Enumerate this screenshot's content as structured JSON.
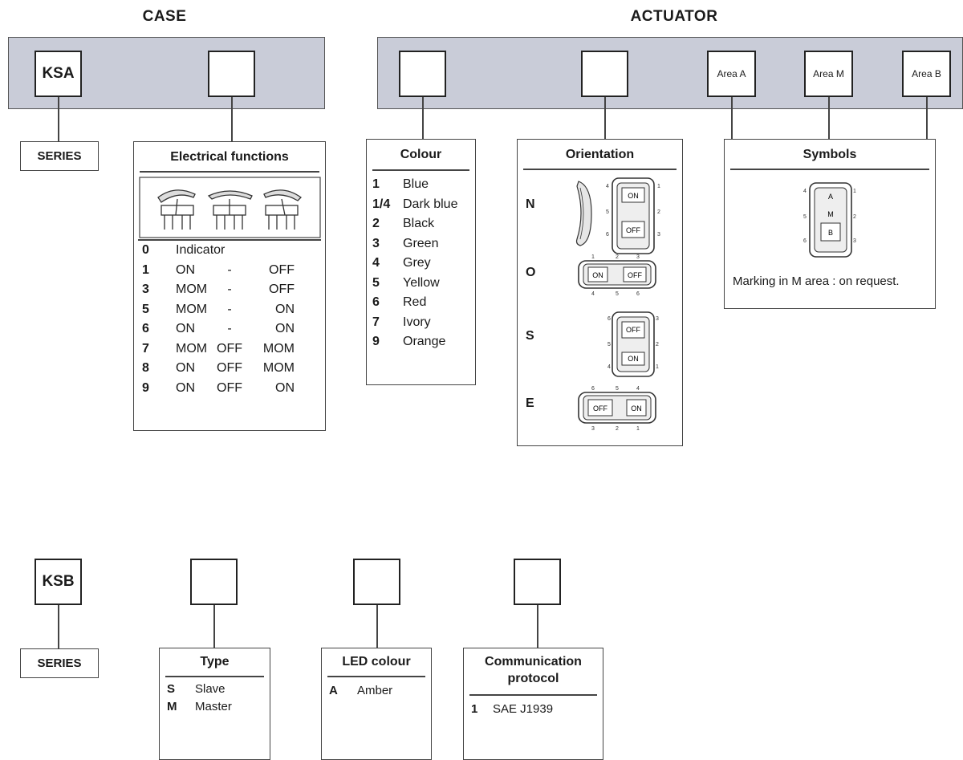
{
  "headers": {
    "case": "CASE",
    "actuator": "ACTUATOR"
  },
  "case_codes": {
    "series_code": "KSA"
  },
  "actuator_codes": {
    "area_a": "Area A",
    "area_m": "Area M",
    "area_b": "Area B"
  },
  "series_label": "SERIES",
  "electrical": {
    "title": "Electrical functions",
    "rows": [
      {
        "code": "0",
        "c1": "Indicator",
        "c2": "",
        "c3": ""
      },
      {
        "code": "1",
        "c1": "ON",
        "c2": "-",
        "c3": "OFF"
      },
      {
        "code": "3",
        "c1": "MOM",
        "c2": "-",
        "c3": "OFF"
      },
      {
        "code": "5",
        "c1": "MOM",
        "c2": "-",
        "c3": "ON"
      },
      {
        "code": "6",
        "c1": "ON",
        "c2": "-",
        "c3": "ON"
      },
      {
        "code": "7",
        "c1": "MOM",
        "c2": "OFF",
        "c3": "MOM"
      },
      {
        "code": "8",
        "c1": "ON",
        "c2": "OFF",
        "c3": "MOM"
      },
      {
        "code": "9",
        "c1": "ON",
        "c2": "OFF",
        "c3": "ON"
      }
    ]
  },
  "colour": {
    "title": "Colour",
    "rows": [
      {
        "code": "1",
        "name": "Blue"
      },
      {
        "code": "1/4",
        "name": "Dark blue"
      },
      {
        "code": "2",
        "name": "Black"
      },
      {
        "code": "3",
        "name": "Green"
      },
      {
        "code": "4",
        "name": "Grey"
      },
      {
        "code": "5",
        "name": "Yellow"
      },
      {
        "code": "6",
        "name": "Red"
      },
      {
        "code": "7",
        "name": "Ivory"
      },
      {
        "code": "9",
        "name": "Orange"
      }
    ]
  },
  "orientation": {
    "title": "Orientation",
    "rows": [
      {
        "code": "N"
      },
      {
        "code": "O"
      },
      {
        "code": "S"
      },
      {
        "code": "E"
      }
    ],
    "on": "ON",
    "off": "OFF"
  },
  "symbols": {
    "title": "Symbols",
    "note": "Marking in M area : on request.",
    "letters": [
      "A",
      "M",
      "B"
    ]
  },
  "ksb": {
    "series_code": "KSB",
    "type": {
      "title": "Type",
      "rows": [
        {
          "code": "S",
          "name": "Slave"
        },
        {
          "code": "M",
          "name": "Master"
        }
      ]
    },
    "led": {
      "title": "LED colour",
      "rows": [
        {
          "code": "A",
          "name": "Amber"
        }
      ]
    },
    "comm": {
      "title_line1": "Communication",
      "title_line2": "protocol",
      "rows": [
        {
          "code": "1",
          "name": "SAE J1939"
        }
      ]
    }
  },
  "colors": {
    "bar": "#c9ccd8",
    "line": "#444444"
  }
}
